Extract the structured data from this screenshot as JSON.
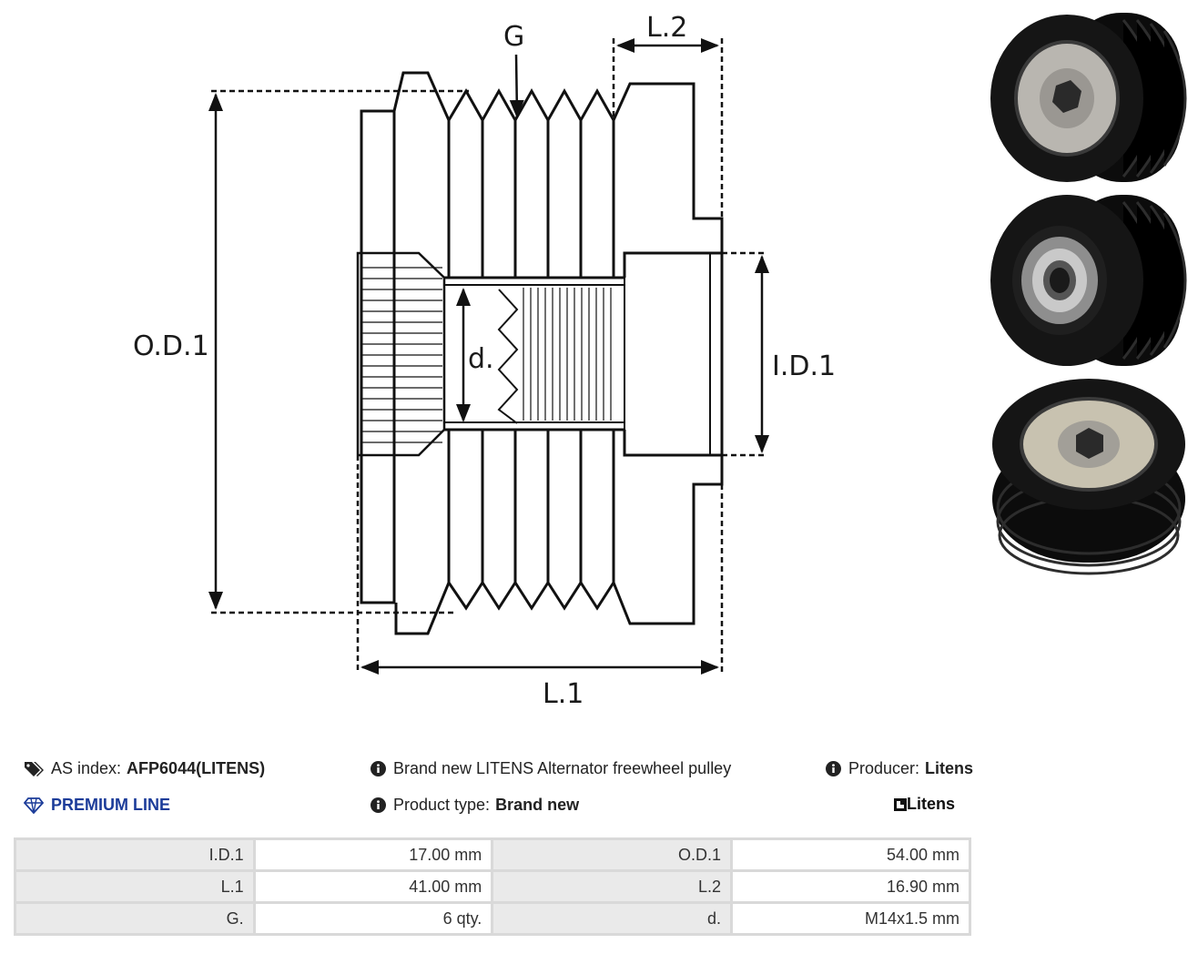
{
  "diagram": {
    "labels": {
      "G": "G",
      "L2": "L.2",
      "OD1": "O.D.1",
      "d": "d.",
      "ID1": "I.D.1",
      "L1": "L.1"
    }
  },
  "photos": [
    {
      "icon": "pulley-front-photo"
    },
    {
      "icon": "pulley-back-photo"
    },
    {
      "icon": "pulley-angled-photo"
    }
  ],
  "info": {
    "as_index_label": "AS index:",
    "as_index_value": "AFP6044(LITENS)",
    "premium_line": "PREMIUM LINE",
    "description": "Brand new LITENS Alternator freewheel pulley",
    "product_type_label": "Product type:",
    "product_type_value": "Brand new",
    "producer_label": "Producer:",
    "producer_value": "Litens",
    "logo_text": "Litens"
  },
  "specs": [
    {
      "k1": "I.D.1",
      "v1": "17.00 mm",
      "k2": "O.D.1",
      "v2": "54.00 mm"
    },
    {
      "k1": "L.1",
      "v1": "41.00 mm",
      "k2": "L.2",
      "v2": "16.90 mm"
    },
    {
      "k1": "G.",
      "v1": "6 qty.",
      "k2": "d.",
      "v2": "M14x1.5 mm"
    }
  ],
  "colors": {
    "premium": "#1c3c99",
    "table_key_bg": "#eaeaea",
    "table_border": "#d9d9d9"
  }
}
